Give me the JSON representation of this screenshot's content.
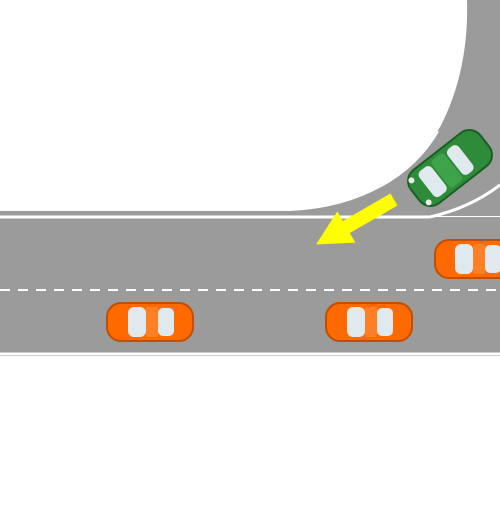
{
  "scene": {
    "colors": {
      "background": "#ffffff",
      "road": "#9b9b9b",
      "road_edge": "#ffffff",
      "lane_marking": "#ffffff",
      "arrow": "#ffff00",
      "merging_car": "#2e8b3a",
      "main_road_cars": "#ff6a00",
      "glass": "#dfe9ee"
    },
    "vehicles": [
      {
        "name": "green-car",
        "role": "merging from ramp",
        "color": "#2e8b3a",
        "heading": "down-left"
      },
      {
        "name": "orange-car-top-right",
        "role": "upper lane",
        "color": "#ff6a00",
        "heading": "right"
      },
      {
        "name": "orange-car-bottom-left",
        "role": "lower lane",
        "color": "#ff6a00",
        "heading": "right"
      },
      {
        "name": "orange-car-bottom-middle",
        "role": "lower lane",
        "color": "#ff6a00",
        "heading": "right"
      }
    ],
    "arrow": {
      "icon": "direction-arrow-icon",
      "direction": "down-left"
    },
    "lane_marking": {
      "style": "dashed"
    }
  }
}
